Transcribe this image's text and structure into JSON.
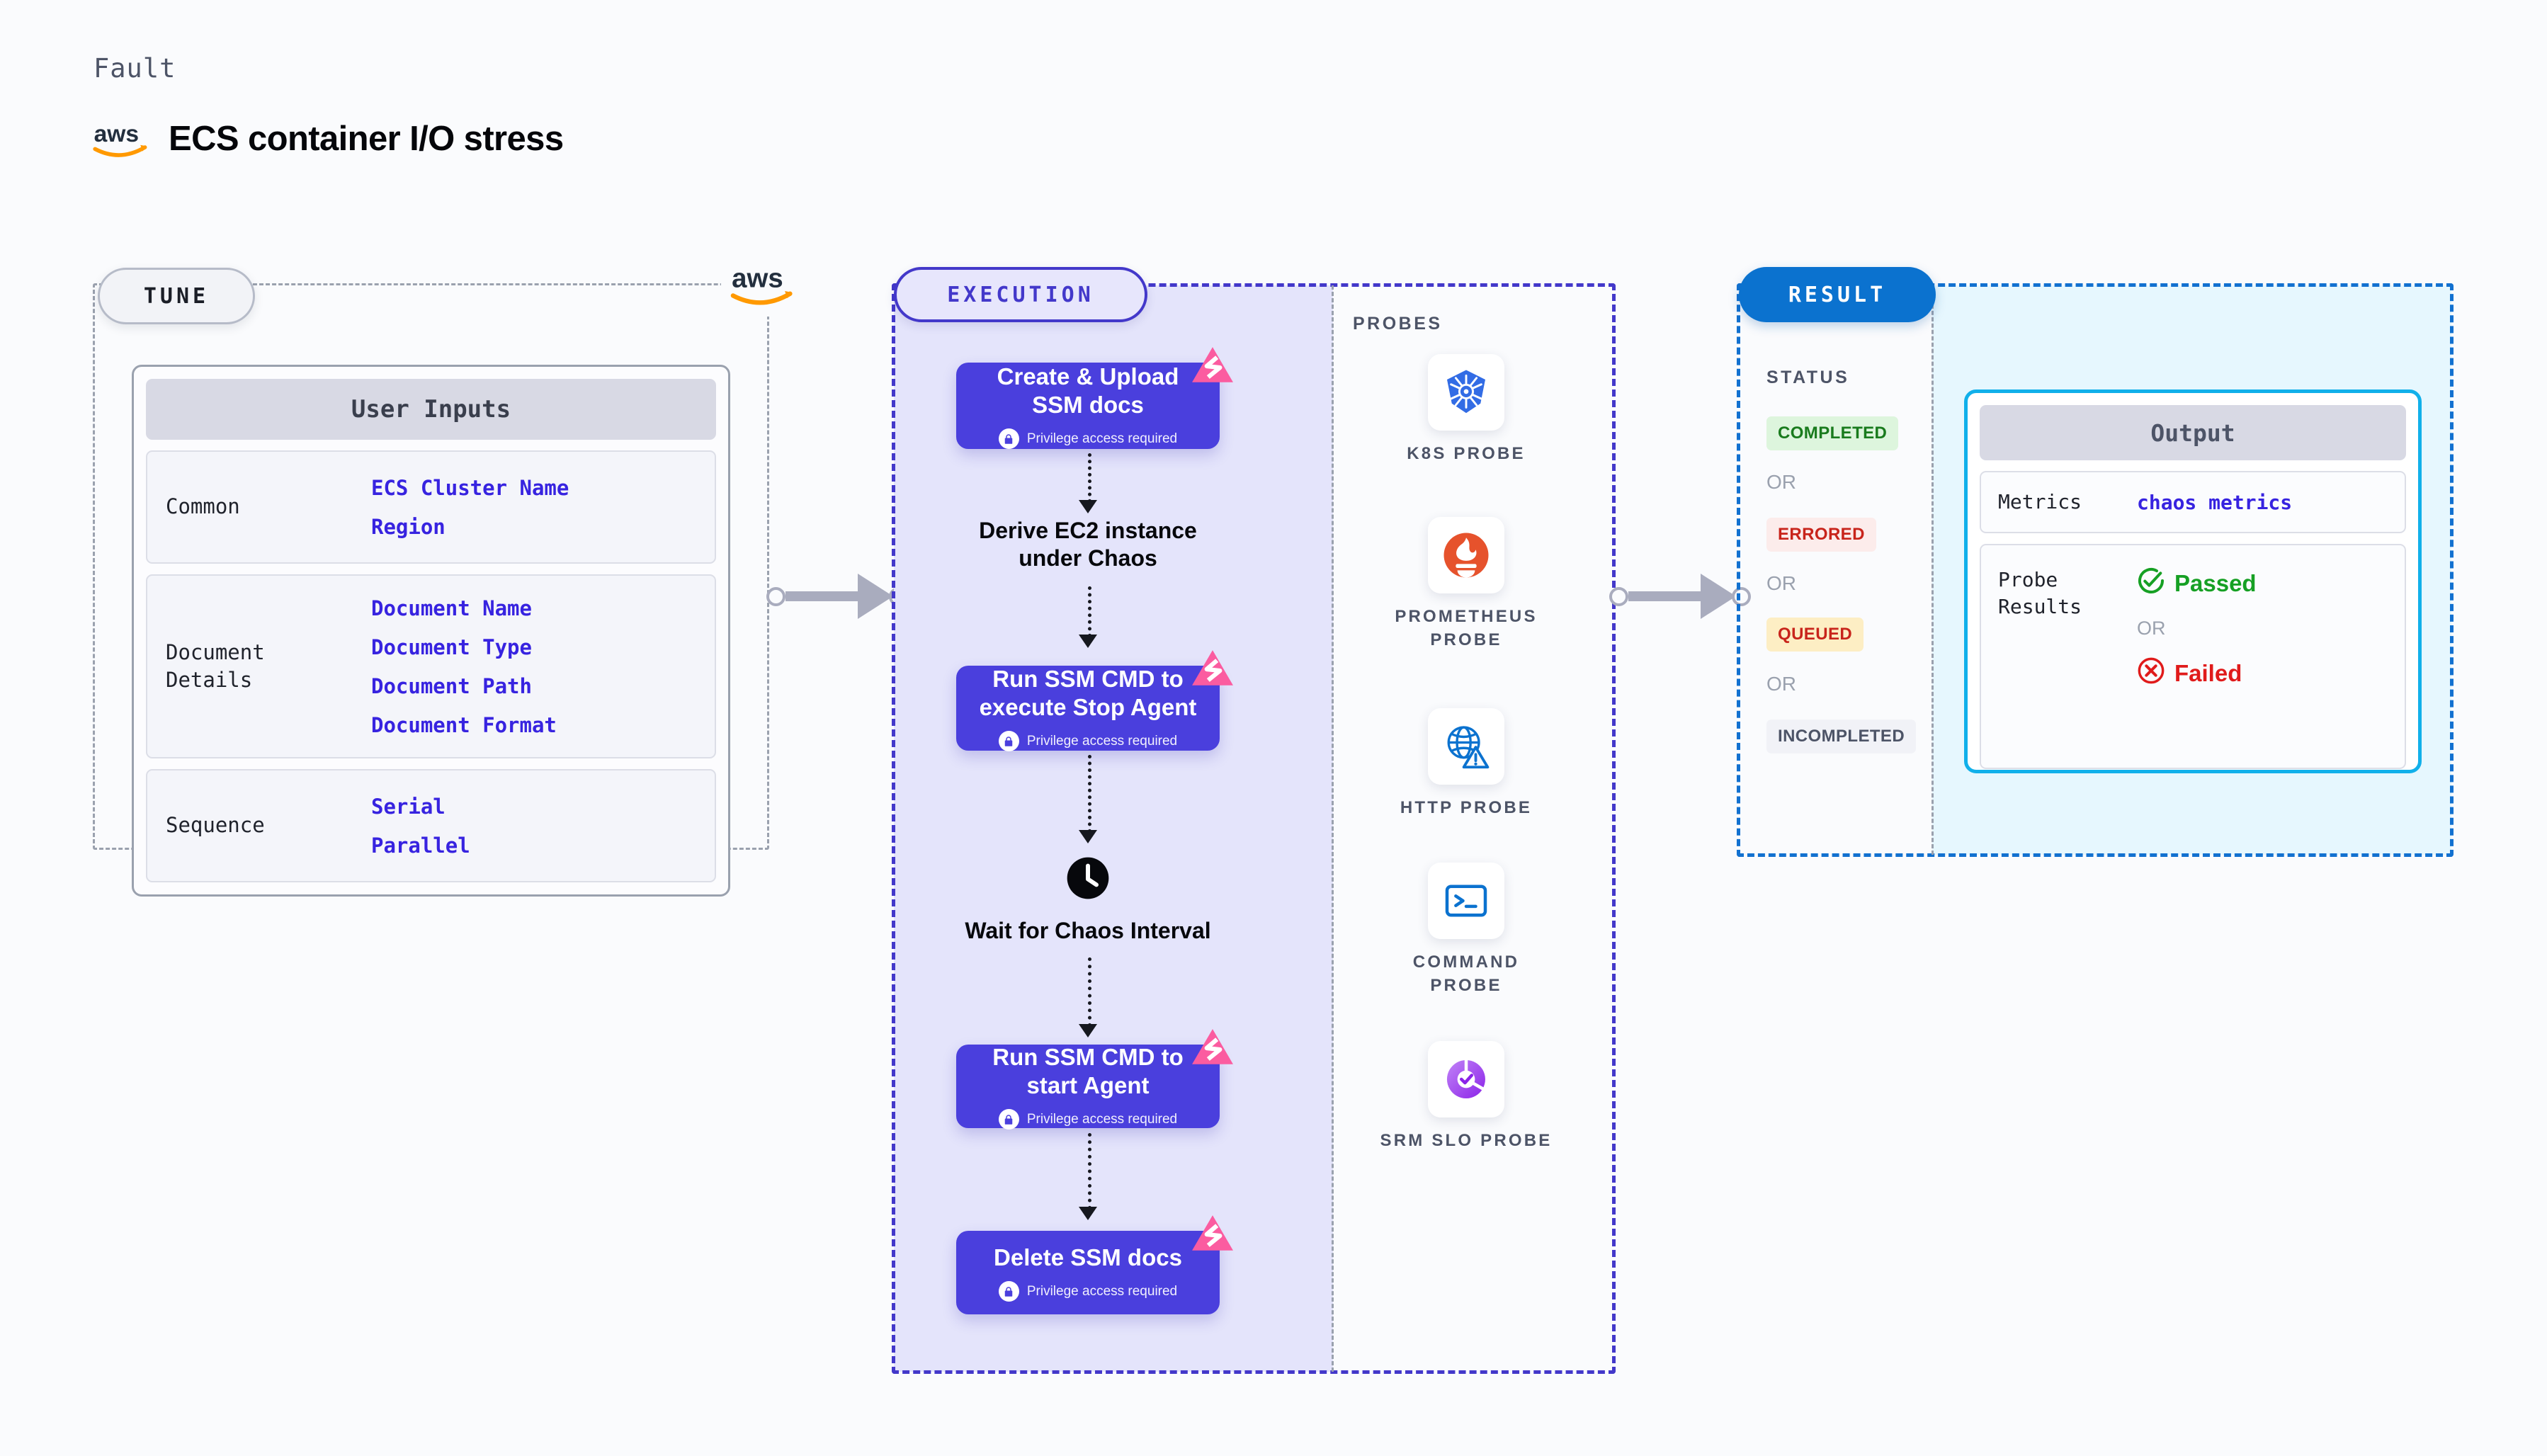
{
  "header": {
    "eyebrow": "Fault",
    "title": "ECS container I/O stress",
    "logo_icon": "aws-logo-icon"
  },
  "tune": {
    "badge": "TUNE",
    "logo_icon": "aws-logo-icon",
    "card_title": "User Inputs",
    "sections": [
      {
        "label": "Common",
        "values": [
          "ECS Cluster Name",
          "Region"
        ]
      },
      {
        "label": "Document\nDetails",
        "values": [
          "Document Name",
          "Document Type",
          "Document Path",
          "Document Format"
        ]
      },
      {
        "label": "Sequence",
        "values": [
          "Serial",
          "Parallel"
        ]
      }
    ]
  },
  "execution": {
    "badge": "EXECUTION",
    "privilege_note": "Privilege access required",
    "nodes": [
      {
        "type": "task",
        "title": "Create & Upload SSM docs",
        "privileged": true,
        "badge_icon": "litmus-chaos-badge-icon"
      },
      {
        "type": "plain",
        "title": "Derive EC2 instance under Chaos",
        "icon": null
      },
      {
        "type": "task",
        "title": "Run SSM CMD to execute Stop Agent",
        "privileged": true,
        "badge_icon": "litmus-chaos-badge-icon"
      },
      {
        "type": "plain",
        "title": "Wait for Chaos Interval",
        "icon": "clock-icon"
      },
      {
        "type": "task",
        "title": "Run SSM CMD to start Agent",
        "privileged": true,
        "badge_icon": "litmus-chaos-badge-icon"
      },
      {
        "type": "task",
        "title": "Delete SSM docs",
        "privileged": true,
        "badge_icon": "litmus-chaos-badge-icon"
      }
    ]
  },
  "probes": {
    "label": "PROBES",
    "items": [
      {
        "name": "K8S PROBE",
        "icon": "kubernetes-icon",
        "color": "#326ce5"
      },
      {
        "name": "PROMETHEUS PROBE",
        "icon": "prometheus-icon",
        "color": "#e6522c"
      },
      {
        "name": "HTTP PROBE",
        "icon": "http-globe-icon",
        "color": "#0b72cf"
      },
      {
        "name": "COMMAND PROBE",
        "icon": "terminal-icon",
        "color": "#0b72cf"
      },
      {
        "name": "SRM SLO PROBE",
        "icon": "srm-slo-icon",
        "color": "#a13ef5"
      }
    ]
  },
  "result": {
    "badge": "RESULT",
    "status_label": "STATUS",
    "or_label": "OR",
    "statuses": [
      {
        "text": "COMPLETED",
        "color": "#197b1d",
        "bg": "#ddf5dd"
      },
      {
        "text": "ERRORED",
        "color": "#c8241b",
        "bg": "#fceceb"
      },
      {
        "text": "QUEUED",
        "color": "#c8241b",
        "bg": "#fdeec4"
      },
      {
        "text": "INCOMPLETED",
        "color": "#4d5467",
        "bg": "#f1f2f7"
      }
    ],
    "output": {
      "title": "Output",
      "metrics_label": "Metrics",
      "metrics_value": "chaos metrics",
      "probe_results_label": "Probe\nResults",
      "passed_text": "Passed",
      "passed_color": "#16a024",
      "failed_text": "Failed",
      "failed_color": "#e01b1b",
      "or_label": "OR"
    }
  }
}
